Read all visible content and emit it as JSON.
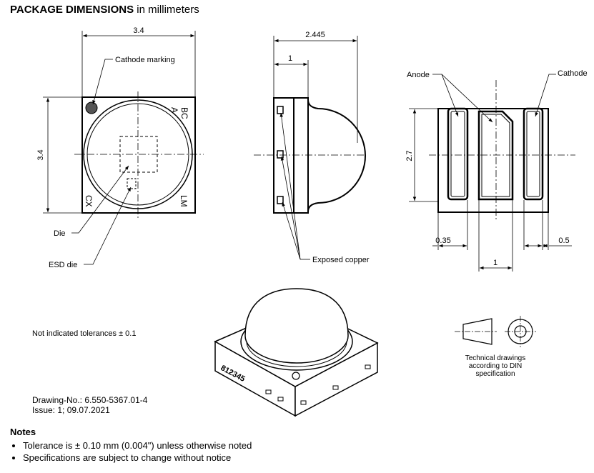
{
  "header": {
    "title_bold": "PACKAGE DIMENSIONS",
    "title_rest": "in millimeters"
  },
  "top_view": {
    "dim_width": "3.4",
    "dim_height": "3.4",
    "cathode_marking": "Cathode marking",
    "die": "Die",
    "esd_die": "ESD die",
    "mark_bc": "BC",
    "mark_a": "A",
    "mark_lm": "LM",
    "mark_cx": "CX"
  },
  "side_view": {
    "dim_total": "2.445",
    "dim_body": "1",
    "exposed_copper": "Exposed copper"
  },
  "bottom_view": {
    "anode": "Anode",
    "cathode": "Cathode",
    "dim_height": "2.7",
    "dim_left": "0.35",
    "dim_right": "0.5",
    "dim_center": "1"
  },
  "iso_view": {
    "part_marking": "812345"
  },
  "tolerance_note": "Not indicated tolerances ± 0.1",
  "din_note": [
    "Technical drawings",
    "according to DIN",
    "specification"
  ],
  "drawing": {
    "number": "Drawing-No.:  6.550-5367.01-4",
    "issue": "Issue: 1;  09.07.2021"
  },
  "notes": {
    "heading": "Notes",
    "items": [
      "Tolerance is ± 0.10 mm (0.004\") unless otherwise noted",
      "Specifications are subject to change without notice"
    ]
  }
}
